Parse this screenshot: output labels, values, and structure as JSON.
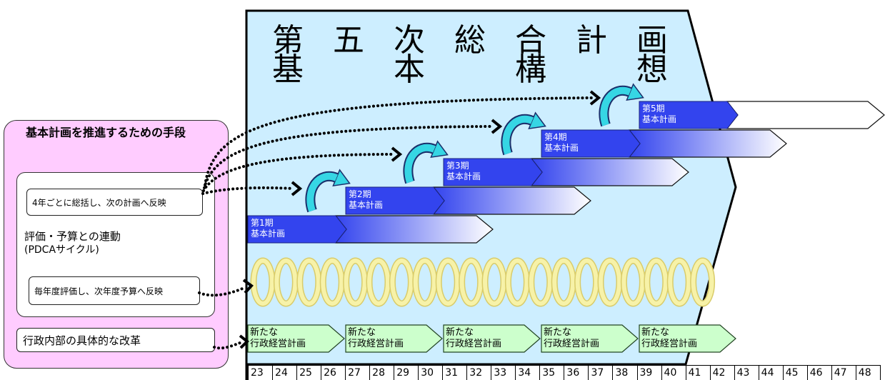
{
  "title": {
    "line1": [
      "第",
      "五",
      "次",
      "総",
      "合",
      "計",
      "画"
    ],
    "line2": [
      "基",
      "本",
      "構",
      "想"
    ]
  },
  "left_panel": {
    "heading": "基本計画を推進するための手段",
    "review_box": "4年ごとに総括し、次の計画へ反映",
    "pdca_line1": "評価・予算との連動",
    "pdca_line2": "(PDCAサイクル)",
    "annual_box": "毎年度評価し、次年度予算へ反映",
    "reform_box": "行政内部の具体的な改革"
  },
  "plans": [
    {
      "period": "第1期",
      "name": "基本計画"
    },
    {
      "period": "第2期",
      "name": "基本計画"
    },
    {
      "period": "第3期",
      "name": "基本計画"
    },
    {
      "period": "第4期",
      "name": "基本計画"
    },
    {
      "period": "第5期",
      "name": "基本計画"
    }
  ],
  "admin_plans": [
    {
      "line1": "新たな",
      "line2": "行政経営計画"
    },
    {
      "line1": "新たな",
      "line2": "行政経営計画"
    },
    {
      "line1": "新たな",
      "line2": "行政経営計画"
    },
    {
      "line1": "新たな",
      "line2": "行政経営計画"
    },
    {
      "line1": "新たな",
      "line2": "行政経営計画"
    }
  ],
  "years": [
    "23",
    "24",
    "25",
    "26",
    "27",
    "28",
    "29",
    "30",
    "31",
    "32",
    "33",
    "34",
    "35",
    "36",
    "37",
    "38",
    "39",
    "40",
    "41",
    "42",
    "43",
    "44",
    "45",
    "46",
    "47",
    "48"
  ],
  "colors": {
    "shape_fill": "#cdeeff",
    "plan_block": "#3344ee",
    "plan_tail_end": "#ffffff",
    "admin_arrow": "#ccffcc",
    "panel": "#ffccff",
    "coil": "#f7f2a8",
    "coil_edge": "#d9cc6a",
    "cycle_arrow": "#36d6e4",
    "cycle_outline": "#1b2f6b"
  }
}
